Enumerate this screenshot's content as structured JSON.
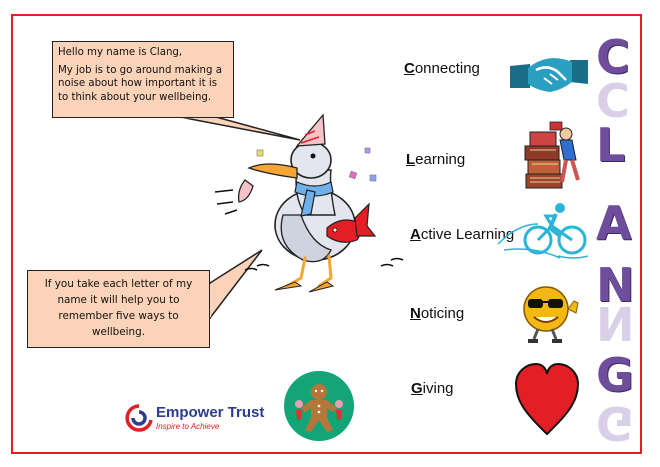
{
  "speech_bubbles": {
    "intro_line1": "Hello my name is Clang,",
    "intro_line2": "My job is to go around making a noise about how important it is to think about your wellbeing.",
    "tip": "If you take each letter of my name it will help you to remember five ways to wellbeing."
  },
  "ways": [
    {
      "cap": "C",
      "rest": "onnecting",
      "icon": "handshake-icon"
    },
    {
      "cap": "L",
      "rest": "earning",
      "icon": "books-icon"
    },
    {
      "cap": "A",
      "rest": "ctive Learning",
      "icon": "cyclist-icon"
    },
    {
      "cap": "N",
      "rest": "oticing",
      "icon": "smiley-sunglasses-icon"
    },
    {
      "cap": "G",
      "rest": "iving",
      "icon": "heart-icon"
    }
  ],
  "acronym": [
    "C",
    "L",
    "A",
    "N",
    "G"
  ],
  "brand": {
    "name": "Empower Trust",
    "tagline": "Inspire to Achieve"
  },
  "colors": {
    "border": "#e31e24",
    "bubble": "#fbd3b9",
    "acronym": "#6e4d9c",
    "heart": "#e31e24",
    "badge": "#13a577"
  }
}
